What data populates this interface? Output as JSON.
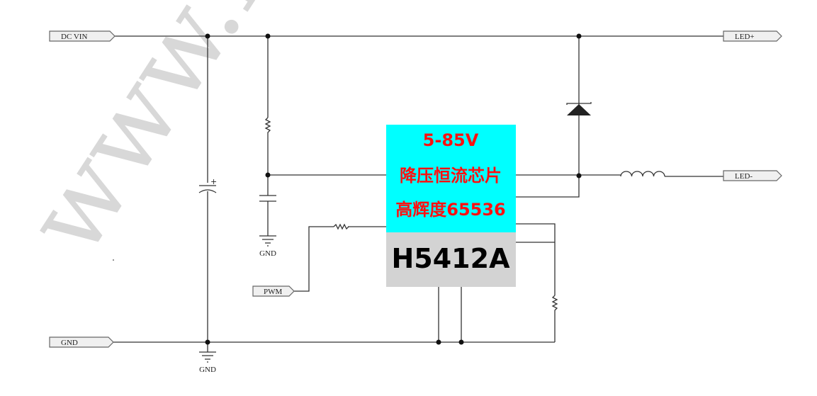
{
  "watermark": "www.h",
  "ports": {
    "dc_vin": "DC VIN",
    "gnd": "GND",
    "pwm": "PWM",
    "led_plus": "LED+",
    "led_minus": "LED-"
  },
  "ground_labels": [
    "GND",
    "GND"
  ],
  "chip": {
    "voltage": "5-85V",
    "desc": "降压恒流芯片",
    "feature": "高辉度65536",
    "part": "H5412A",
    "top_color": "#00ffff",
    "bottom_color": "#d3d3d3",
    "text_color": "#ff1010"
  },
  "cap_polarity": "+"
}
